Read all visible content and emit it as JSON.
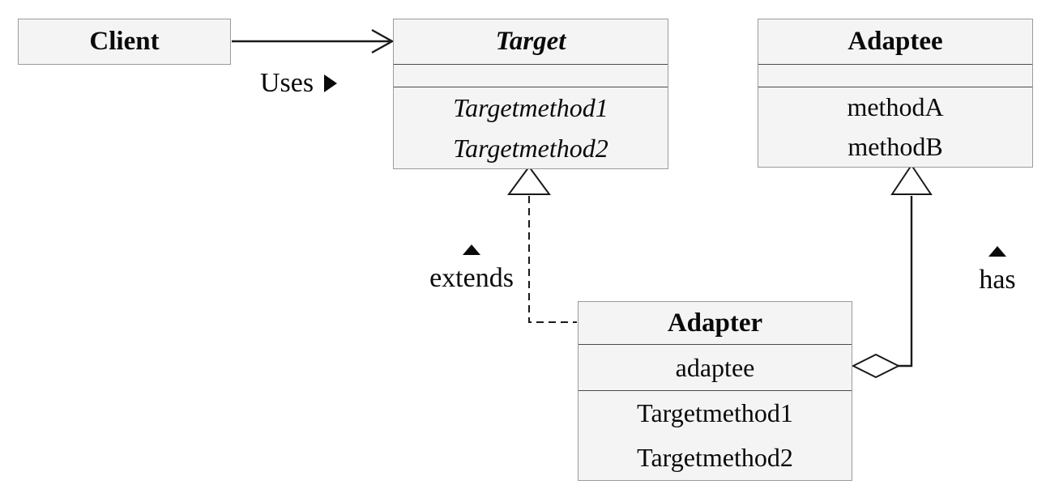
{
  "classes": {
    "client": {
      "name": "Client"
    },
    "target": {
      "name": "Target",
      "methods": [
        "Targetmethod1",
        "Targetmethod2"
      ]
    },
    "adaptee": {
      "name": "Adaptee",
      "methods": [
        "methodA",
        "methodB"
      ]
    },
    "adapter": {
      "name": "Adapter",
      "attributes": [
        "adaptee"
      ],
      "methods": [
        "Targetmethod1",
        "Targetmethod2"
      ]
    }
  },
  "relationships": {
    "uses": {
      "label": "Uses",
      "type": "association",
      "from": "Client",
      "to": "Target",
      "direction_icon": "right-filled-triangle"
    },
    "extends": {
      "label": "extends",
      "type": "realization",
      "from": "Adapter",
      "to": "Target",
      "direction_icon": "up-filled-triangle"
    },
    "has": {
      "label": "has",
      "type": "aggregation",
      "from": "Adapter",
      "to": "Adaptee",
      "direction_icon": "up-filled-triangle"
    }
  },
  "colors": {
    "box_fill": "#f4f4f4",
    "box_border": "#9b9b9b",
    "divider": "#4a4a4a",
    "line": "#1a1a1a",
    "text": "#0a0a0a",
    "background": "#ffffff"
  }
}
